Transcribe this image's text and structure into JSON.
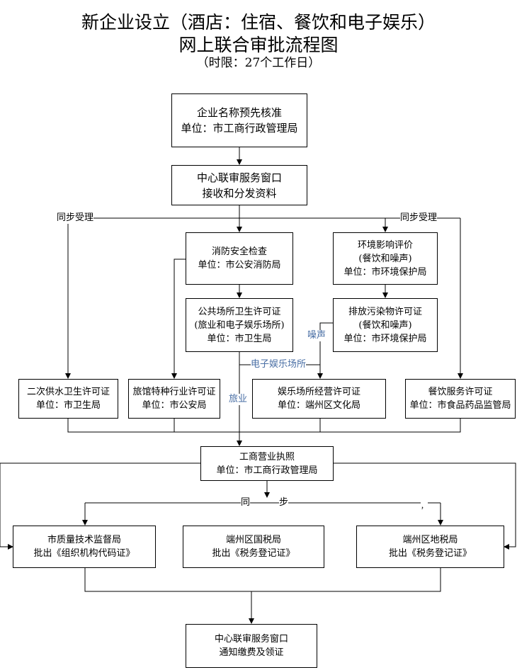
{
  "title": {
    "line1": "新企业设立（酒店：住宿、餐饮和电子娱乐）",
    "line2": "网上联合审批流程图",
    "line3": "（时限：27个工作日）"
  },
  "nodes": {
    "name_check": {
      "l1": "企业名称预先核准",
      "l2": "单位：市工商行政管理局"
    },
    "center_window": {
      "l1": "中心联审服务窗口",
      "l2": "接收和分发资料"
    },
    "fire_check": {
      "l1": "消防安全检查",
      "l2": "单位：市公安消防局"
    },
    "public_health": {
      "l1": "公共场所卫生许可证",
      "l2": "(旅业和电子娱乐场所)",
      "l3": "单位：市卫生局"
    },
    "env_eval": {
      "l1": "环境影响评价",
      "l2": "(餐饮和噪声)",
      "l3": "单位：市环境保护局"
    },
    "pollutant": {
      "l1": "排放污染物许可证",
      "l2": "(餐饮和噪声)",
      "l3": "单位：市环境保护局"
    },
    "water_health": {
      "l1": "二次供水卫生许可证",
      "l2": "单位：市卫生局"
    },
    "hotel_special": {
      "l1": "旅馆特种行业许可证",
      "l2": "单位：市公安局"
    },
    "entertainment": {
      "l1": "娱乐场所经营许可证",
      "l2": "单位：端州区文化局"
    },
    "catering": {
      "l1": "餐饮服务许可证",
      "l2": "单位：市食品药品监管局"
    },
    "business_license": {
      "l1": "工商营业执照",
      "l2": "单位：市工商行政管理局"
    },
    "quality_bureau": {
      "l1": "市质量技术监督局",
      "l2": "批出《组织机构代码证》"
    },
    "national_tax": {
      "l1": "端州区国税局",
      "l2": "批出《税务登记证》"
    },
    "local_tax": {
      "l1": "端州区地税局",
      "l2": "批出《税务登记证》"
    },
    "final_window": {
      "l1": "中心联审服务窗口",
      "l2": "通知缴费及领证"
    }
  },
  "labels": {
    "sync_left": "同步受理",
    "sync_right": "同步受理",
    "noise": "噪声",
    "e_entertainment": "电子娱乐场所",
    "hotel_business": "旅业",
    "sync_1": "同",
    "sync_2": "步",
    "stray_mark": "，"
  },
  "colors": {
    "line": "#000000",
    "blue_label": "#4a6fa5"
  }
}
